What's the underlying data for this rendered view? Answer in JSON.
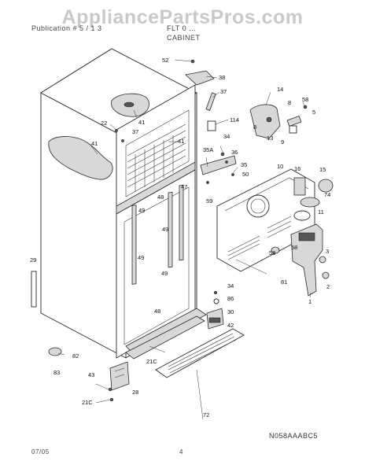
{
  "header": {
    "brand_watermark": "AppliancePartsPros.com",
    "part_line": "Publication # 5 / 1 3",
    "model_line": "FLT 0 ...",
    "section_title": "CABINET"
  },
  "callouts": [
    "52",
    "38",
    "37",
    "114",
    "22",
    "41",
    "37",
    "41",
    "14",
    "8",
    "58",
    "5",
    "8",
    "9",
    "13",
    "41",
    "34",
    "35A",
    "36",
    "35",
    "50",
    "10",
    "16",
    "15",
    "74",
    "11",
    "59",
    "48",
    "47",
    "49",
    "49",
    "49",
    "49",
    "58",
    "58",
    "81",
    "1",
    "3",
    "2",
    "29",
    "34",
    "86",
    "30",
    "42",
    "48",
    "82",
    "83",
    "43",
    "28",
    "21C",
    "72",
    "21C"
  ],
  "footer": {
    "drawing_code": "N058AAABC5",
    "date": "07/05",
    "page": "4"
  }
}
